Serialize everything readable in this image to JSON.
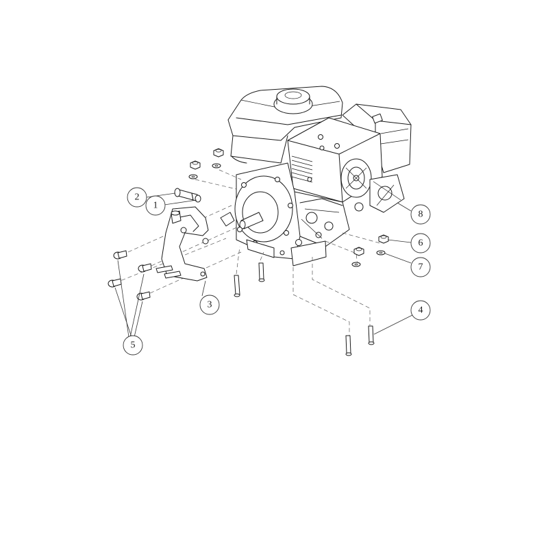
{
  "figure": {
    "type": "exploded parts diagram",
    "callouts": [
      {
        "label": "1"
      },
      {
        "label": "2"
      },
      {
        "label": "3"
      },
      {
        "label": "4"
      },
      {
        "label": "5"
      },
      {
        "label": "6"
      },
      {
        "label": "7"
      },
      {
        "label": "8"
      }
    ]
  }
}
